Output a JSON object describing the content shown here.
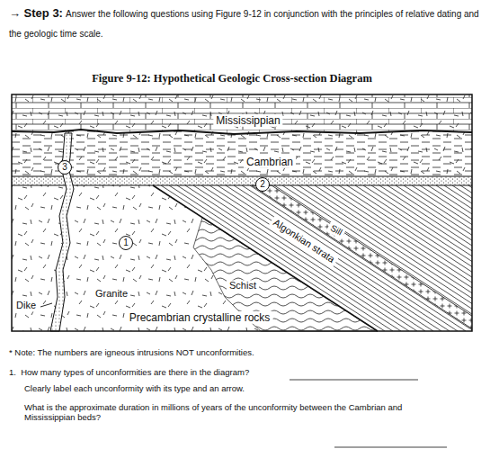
{
  "diagram": {
    "title": "Figure 9-12: Hypothetical Geologic Cross-section Diagram",
    "nodes": [
      {
        "text": [
          "3"
        ]
      },
      {
        "text": [
          "2"
        ]
      },
      {
        "text": [
          "1"
        ]
      }
    ],
    "labels": [
      "→ Step 3:",
      "Answer the following questions using Figure 9-12 in conjunction with the principles of relative dating and the geologic time scale.",
      "Mississippian",
      "Cambrian",
      "Algonkian strata",
      "Sill",
      "Schist",
      "Granite",
      "Dike",
      "Precambrian crystalline rocks",
      "* Note: The numbers are igneous intrusions NOT unconformities.",
      "1.  How many types of unconformities are there in the diagram?",
      "Clearly label each unconformity with its type and an arrow.",
      "What is the approximate duration in millions of years of the unconformity between the Cambrian and Mississippian beds?"
    ]
  }
}
